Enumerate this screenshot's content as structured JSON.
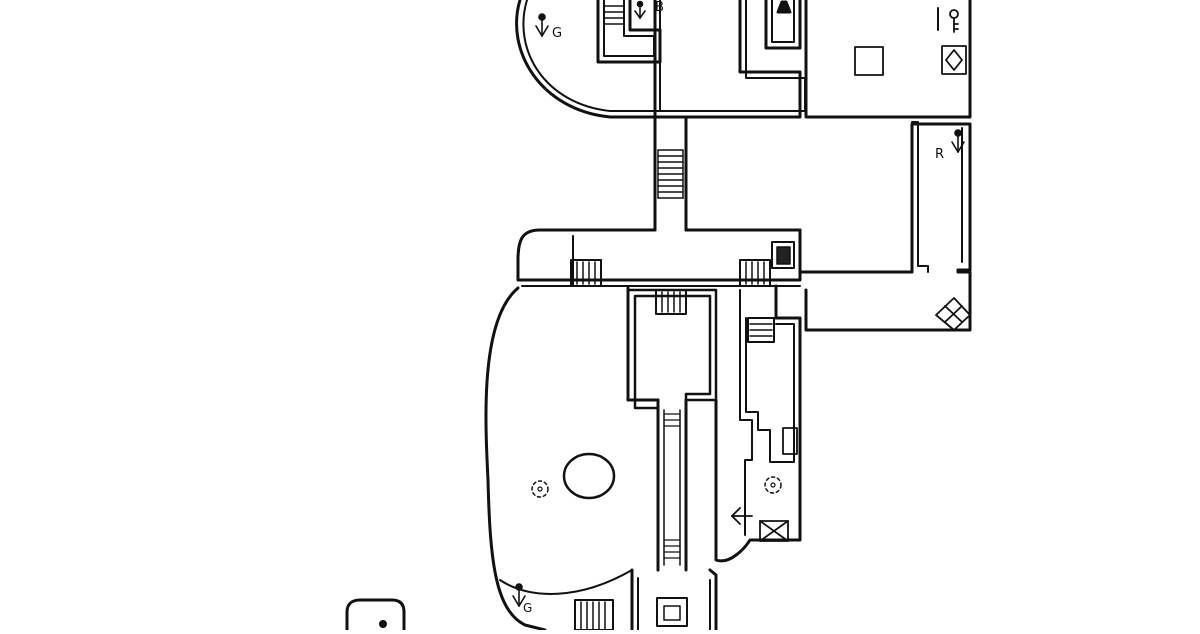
{
  "map": {
    "labels": {
      "green_top": "G",
      "blue_top": "B",
      "red_right": "R",
      "green_bottom": "G"
    },
    "colors": {
      "ink": "#111111",
      "paper": "#ffffff",
      "fill_dark": "#222222"
    },
    "icons": [
      "stairs-icon",
      "door-icon",
      "plant-marker-icon",
      "dashed-circle-icon",
      "crate-icon",
      "diamond-tile-icon",
      "arrow-icon",
      "key-icon",
      "bell-icon",
      "pillar-icon",
      "pit-icon"
    ]
  }
}
